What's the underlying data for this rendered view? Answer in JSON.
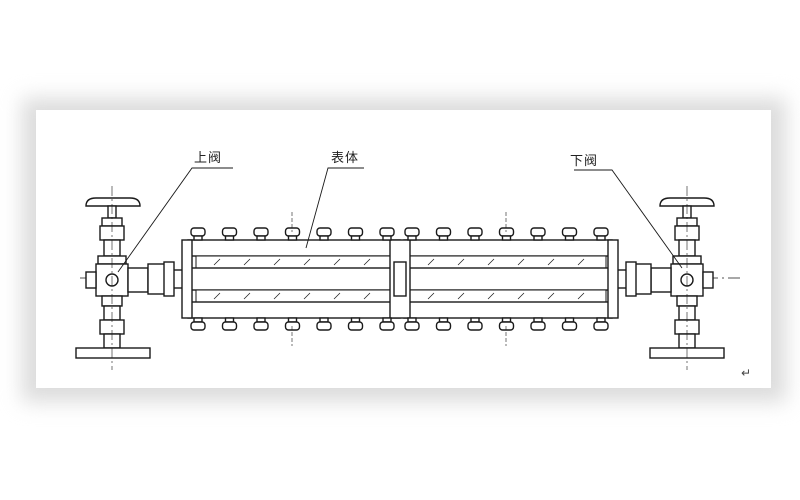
{
  "labels": {
    "upper_valve": "上阀",
    "gauge_body": "表体",
    "lower_valve": "下阀"
  },
  "return_mark": "↵",
  "colors": {
    "ink": "#1a1a1a",
    "fill": "#ffffff",
    "shadow": "#dcdcdc"
  }
}
